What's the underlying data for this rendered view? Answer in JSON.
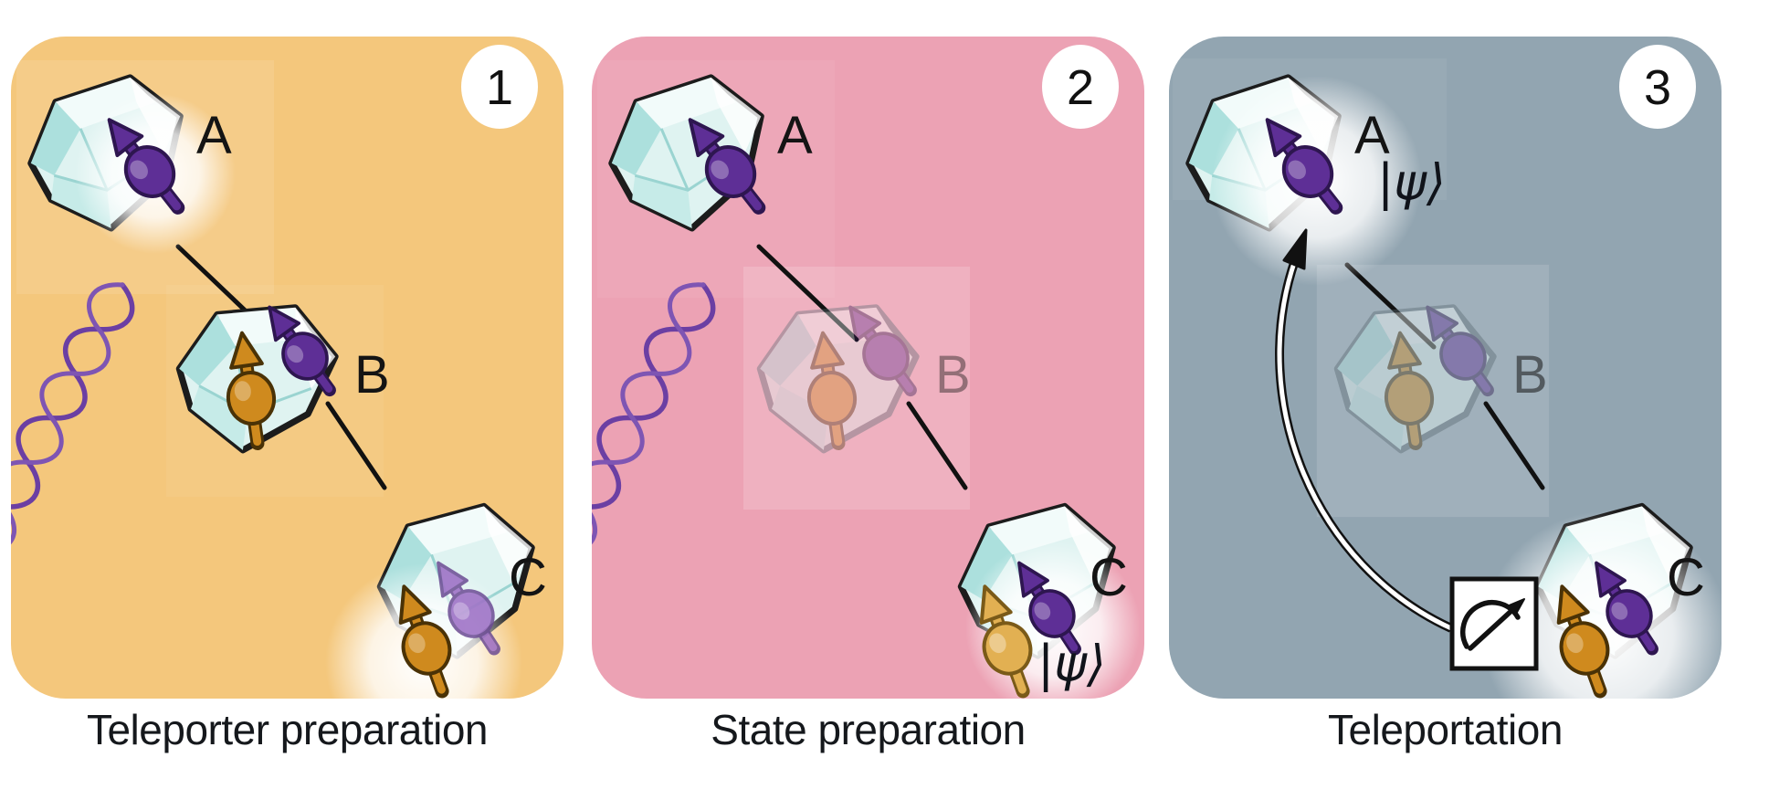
{
  "figure": {
    "panels": [
      {
        "badge": "1",
        "caption": "Teleporter preparation",
        "bg": "#F4C77C",
        "labels": {
          "a": "A",
          "b": "B",
          "c": "C"
        }
      },
      {
        "badge": "2",
        "caption": "State preparation",
        "bg": "#ECA2B4",
        "labels": {
          "a": "A",
          "b": "B",
          "c": "C"
        },
        "psi_c": "|ψ⟩"
      },
      {
        "badge": "3",
        "caption": "Teleportation",
        "bg": "#92A5B1",
        "labels": {
          "a": "A",
          "b": "B",
          "c": "C"
        },
        "psi_a": "|ψ⟩"
      }
    ],
    "colors": {
      "panel1_bg": "#F4C77C",
      "panel2_bg": "#ECA2B4",
      "panel3_bg": "#92A5B1",
      "diamond_fill": "#DFF3F1",
      "diamond_outline": "#1C1C1C",
      "electron_spin_purple": "#5E2F96",
      "electron_spin_purple_light": "#9A6BC4",
      "nuclear_spin_orange": "#CF8A1E",
      "nuclear_spin_gold": "#E2B052",
      "entanglement_helix": "#6B3FA3",
      "connector_line": "#111111",
      "badge_bg": "#FFFFFF",
      "badge_text": "#111111",
      "caption_text": "#15181C",
      "label_text": "#141414",
      "page_bg": "#FFFFFF"
    },
    "icons": [
      "diamond-icon",
      "electron-spin-icon",
      "nuclear-spin-icon",
      "entanglement-helix-icon",
      "measurement-gauge-icon",
      "teleportation-arrow-icon",
      "step-badge"
    ]
  }
}
